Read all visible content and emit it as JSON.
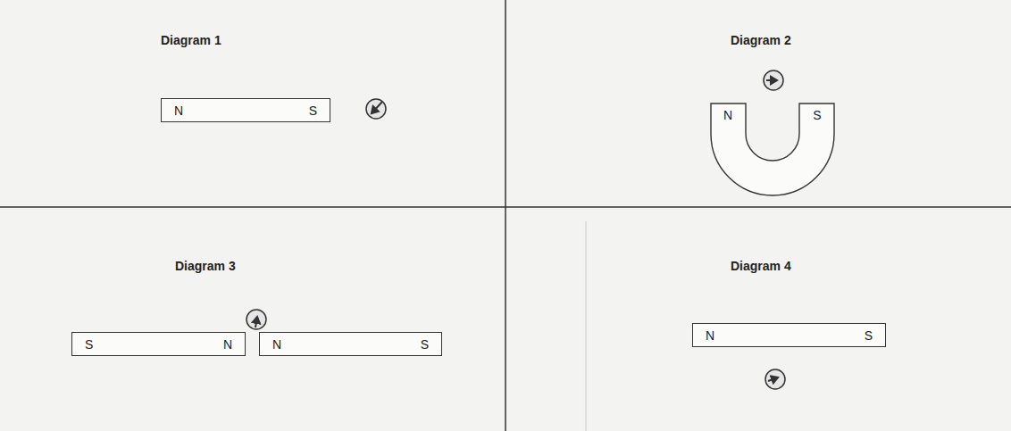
{
  "diagram": {
    "nodes": [
      {
        "text": [
          "N",
          "S"
        ]
      },
      {
        "text": [
          "N",
          "S"
        ]
      },
      {
        "text": [
          "S",
          "N"
        ]
      },
      {
        "text": [
          "N",
          "S"
        ]
      },
      {
        "text": [
          "N",
          "S"
        ]
      }
    ],
    "labels": [
      "Diagram 1",
      "Diagram 2",
      "Diagram 3",
      "Diagram 4"
    ]
  }
}
